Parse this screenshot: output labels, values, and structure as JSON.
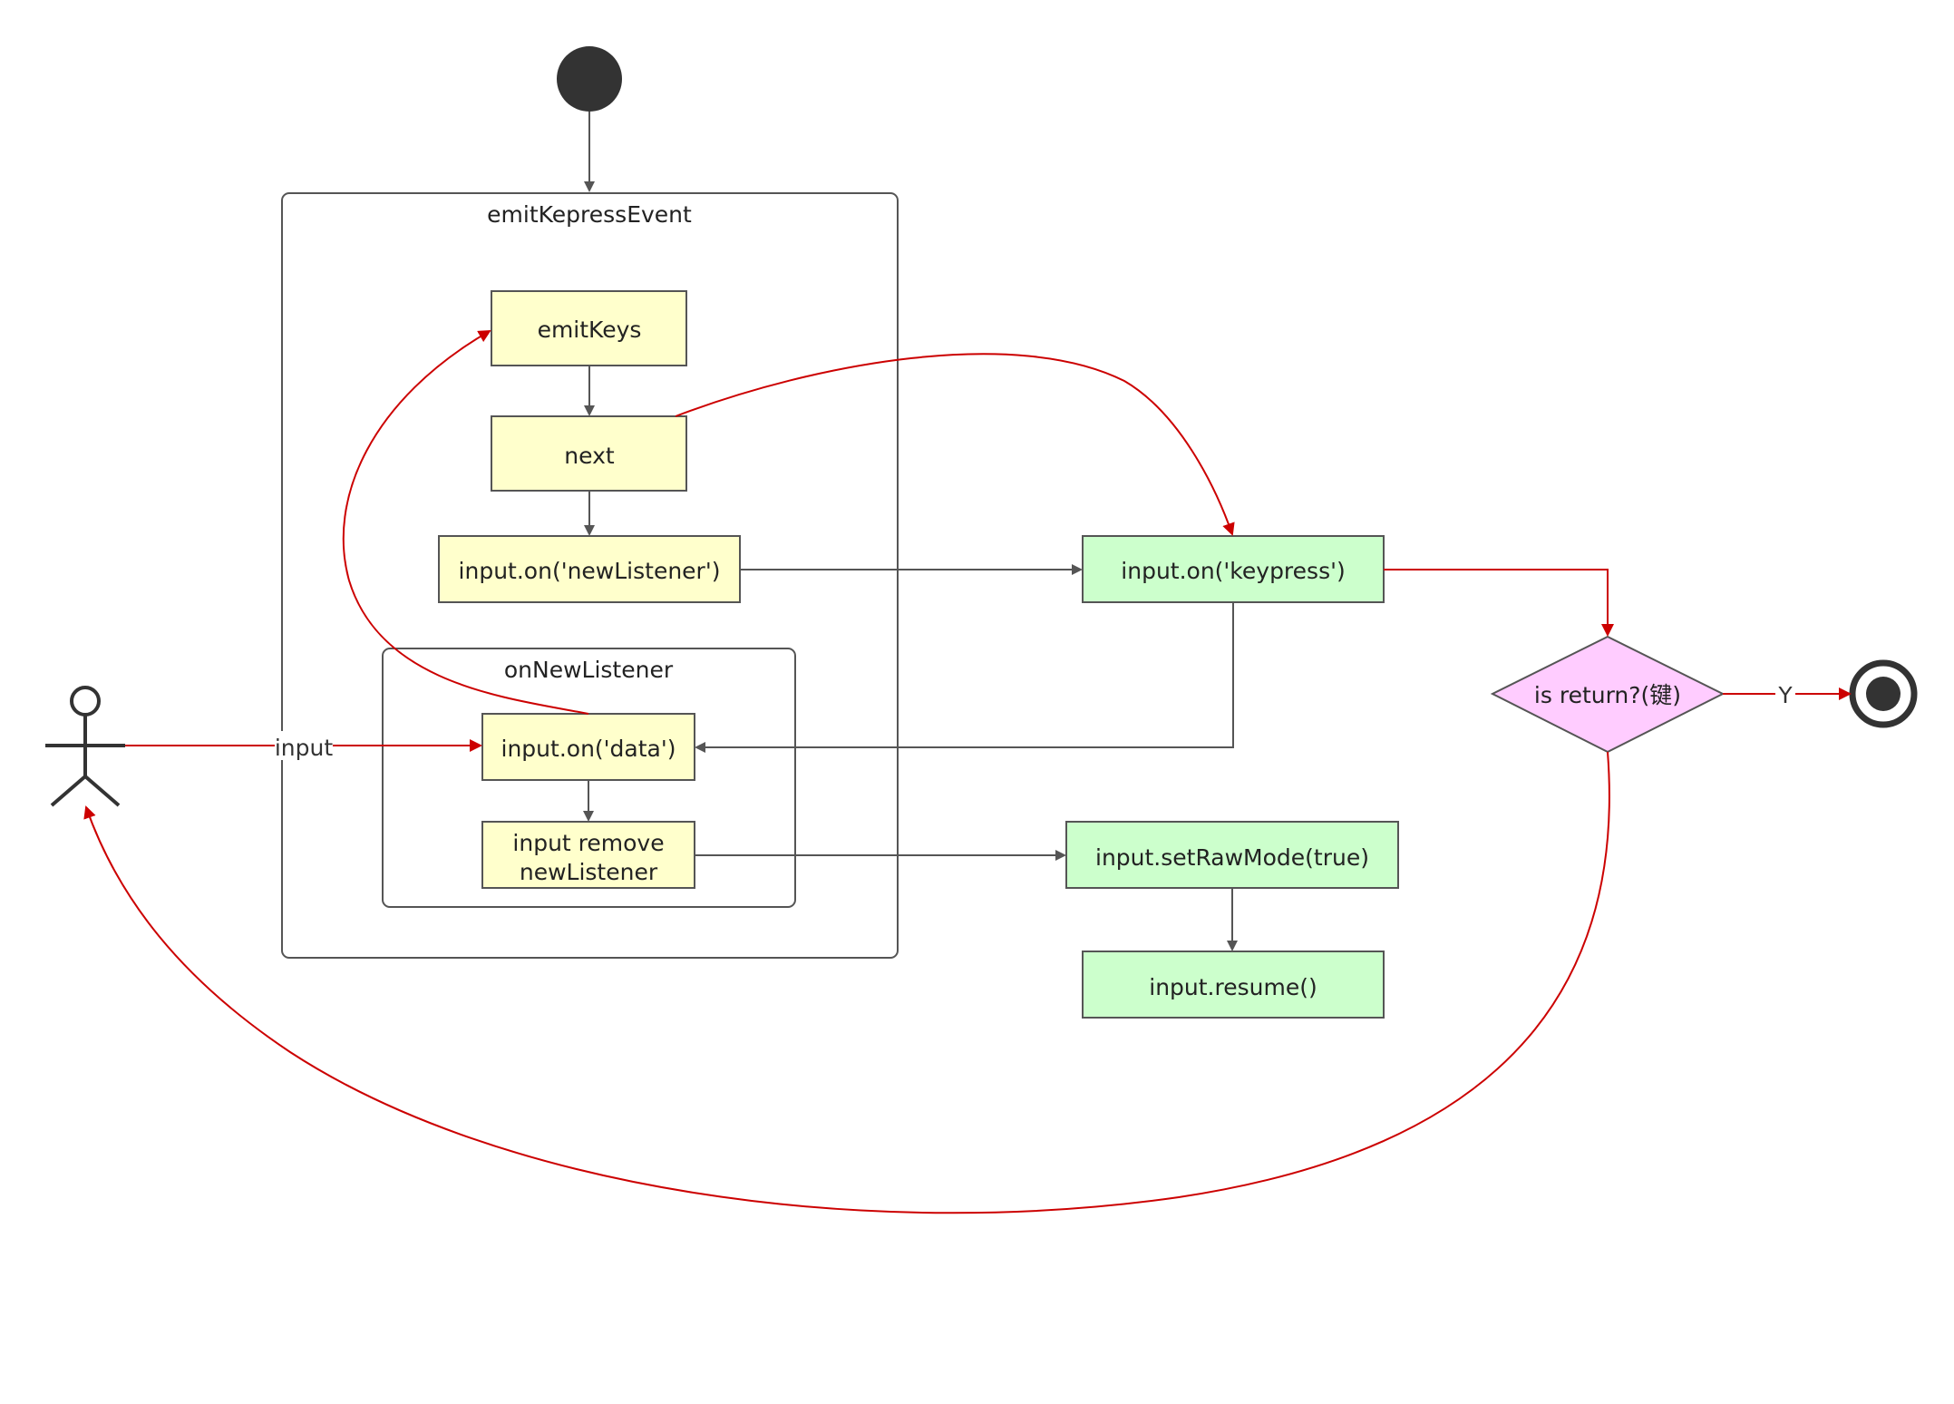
{
  "groups": {
    "emit_kepress_event": "emitKepressEvent",
    "on_new_listener": "onNewListener"
  },
  "nodes": {
    "emit_keys": "emitKeys",
    "next": "next",
    "input_on_new_listener": "input.on('newListener')",
    "input_on_keypress": "input.on('keypress')",
    "input_on_data": "input.on('data')",
    "input_remove_line1": "input remove",
    "input_remove_line2": "newListener",
    "set_raw_mode": "input.setRawMode(true)",
    "resume": "input.resume()",
    "decision": "is return?(键)"
  },
  "edges": {
    "input_label": "input",
    "yes_label": "Y"
  },
  "colors": {
    "yellow_fill": "#ffffcc",
    "green_fill": "#ccffcc",
    "pink_fill": "#ffccff",
    "red_edge": "#cc0000",
    "gray_edge": "#555555",
    "node_stroke": "#555555",
    "start_fill": "#333333"
  }
}
